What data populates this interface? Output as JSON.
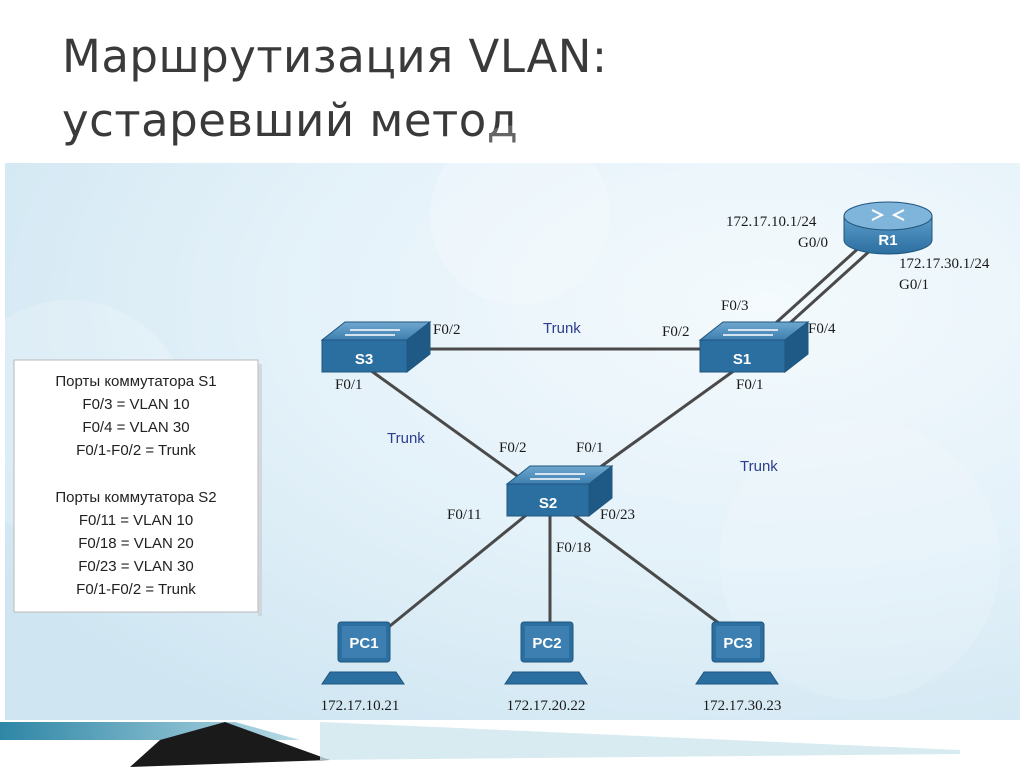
{
  "title": {
    "line1": "Маршрутизация VLAN:",
    "line2": "устаревший метод"
  },
  "devices": {
    "router": "R1",
    "switch_s1": "S1",
    "switch_s2": "S2",
    "switch_s3": "S3",
    "pc1": "PC1",
    "pc2": "PC2",
    "pc3": "PC3"
  },
  "router_ifaces": {
    "g00_ip": "172.17.10.1/24",
    "g00": "G0/0",
    "g01_ip": "172.17.30.1/24",
    "g01": "G0/1"
  },
  "ports": {
    "s1_f03": "F0/3",
    "s1_f04": "F0/4",
    "s1_f02": "F0/2",
    "s1_f01": "F0/1",
    "s3_f02": "F0/2",
    "s3_f01": "F0/1",
    "s2_f02": "F0/2",
    "s2_f01": "F0/1",
    "s2_f011": "F0/11",
    "s2_f018": "F0/18",
    "s2_f023": "F0/23"
  },
  "trunk_labels": {
    "s3_s1": "Trunk",
    "s3_s2": "Trunk",
    "s1_s2": "Trunk"
  },
  "pc_ips": {
    "pc1": "172.17.10.21",
    "pc2": "172.17.20.22",
    "pc3": "172.17.30.23"
  },
  "legend": {
    "s1_heading": "Порты коммутатора S1",
    "s1_lines": [
      "F0/3 = VLAN 10",
      "F0/4 = VLAN 30",
      "F0/1-F0/2 = Trunk"
    ],
    "s2_heading": "Порты коммутатора S2",
    "s2_lines": [
      "F0/11 = VLAN 10",
      "F0/18 = VLAN 20",
      "F0/23 = VLAN 30",
      "F0/1-F0/2 = Trunk"
    ]
  },
  "colors": {
    "device_blue": "#2b6fa0",
    "trunk_text": "#2c3e8f",
    "link_line": "#4a4a4a",
    "diagram_bg": "#e6f3fa",
    "footer_dark": "#1a1a1a",
    "footer_teal": "#4a9bb0"
  }
}
